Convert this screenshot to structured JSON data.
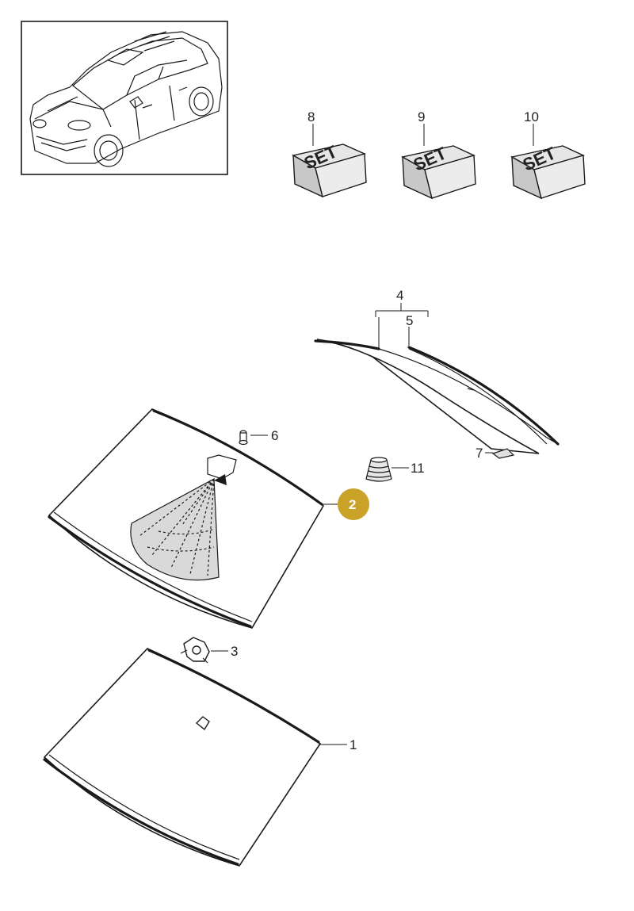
{
  "callouts": {
    "c1": "1",
    "c2": "2",
    "c3": "3",
    "c4": "4",
    "c5": "5",
    "c6": "6",
    "c7": "7",
    "c8": "8",
    "c9": "9",
    "c10": "10",
    "c11": "11"
  },
  "set_boxes": {
    "box8": "SET",
    "box9": "SET",
    "box10": "SET"
  },
  "colors": {
    "badge_fill": "#c9a227",
    "line": "#1a1a1a",
    "shading": "#d9d9d9"
  }
}
